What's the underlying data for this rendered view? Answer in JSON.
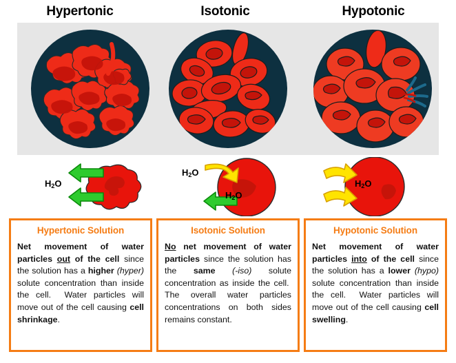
{
  "titles": [
    {
      "label": "Hypertonic"
    },
    {
      "label": "Isotonic"
    },
    {
      "label": "Hypotonic"
    }
  ],
  "colors": {
    "accent_orange": "#f57c14",
    "panel_gray": "#e6e6e6",
    "scope_background": "#0d3040",
    "cell_red": "#e8291c",
    "cell_red_dark": "#c2150f",
    "arrow_green": "#22bb22",
    "arrow_yellow": "#ffe400",
    "hemolysis_blue": "#1d6a8c",
    "title_black": "#000000"
  },
  "micrographs": [
    {
      "name": "hypertonic-micrograph",
      "caption": "Hypertonic",
      "cell_state": "crenated shriveled red blood cells"
    },
    {
      "name": "isotonic-micrograph",
      "caption": "Isotonic",
      "cell_state": "normal biconcave red blood cells"
    },
    {
      "name": "hypotonic-micrograph",
      "caption": "Hypotonic",
      "cell_state": "swollen red blood cells with one bursting"
    }
  ],
  "diagrams": [
    {
      "name": "hypertonic-cell-diagram",
      "water_labels": [
        "H₂O"
      ],
      "arrow_color": "arrow_green",
      "arrow_direction": "out",
      "arrow_count": 2,
      "cell_shape": "shrunken"
    },
    {
      "name": "isotonic-cell-diagram",
      "water_labels": [
        "H₂O",
        "H₂O"
      ],
      "arrow_color": "arrow_yellow and arrow_green",
      "arrow_direction": "in and out",
      "arrow_count": 2,
      "cell_shape": "normal"
    },
    {
      "name": "hypotonic-cell-diagram",
      "water_labels": [
        "H₂O"
      ],
      "arrow_color": "arrow_yellow",
      "arrow_direction": "in",
      "arrow_count": 2,
      "cell_shape": "swollen"
    }
  ],
  "explanations": [
    {
      "heading": "Hypertonic Solution",
      "body_html": "<b>Net movement of water particles <u>out</u> of the cell</b> since the solution has a <b>higher</b> <i>(hyper)</i> solute concentration than inside the cell.&nbsp; Water particles will move out of the cell causing <b>cell shrinkage</b>."
    },
    {
      "heading": "Isotonic Solution",
      "body_html": "<b><u>No</u> net movement of water particles</b> since the solution has the <b>same</b> <i>(-iso)</i> solute concentration as inside the cell.&nbsp; The overall water particles concentrations on both sides remains constant."
    },
    {
      "heading": "Hypotonic Solution",
      "body_html": "<b>Net movement of water particles <u>into</u> of the cell</b> since the solution has a <b>lower</b> <i>(hypo)</i> solute concentration than inside the cell.&nbsp; Water particles will move out of the cell causing <b>cell swelling</b>."
    }
  ]
}
